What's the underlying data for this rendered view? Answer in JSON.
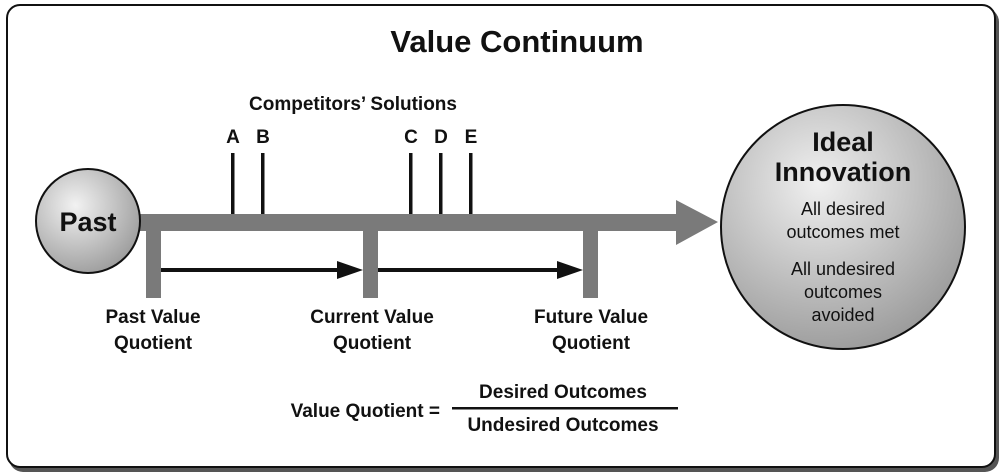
{
  "title": "Value Continuum",
  "competitors": {
    "label": "Competitors’ Solutions",
    "markers": [
      "A",
      "B",
      "C",
      "D",
      "E"
    ]
  },
  "past": {
    "label": "Past"
  },
  "ideal": {
    "title_line1": "Ideal",
    "title_line2": "Innovation",
    "desc1_line1": "All desired",
    "desc1_line2": "outcomes met",
    "desc2_line1": "All undesired",
    "desc2_line2": "outcomes",
    "desc2_line3": "avoided"
  },
  "quotients": [
    {
      "line1": "Past Value",
      "line2": "Quotient"
    },
    {
      "line1": "Current Value",
      "line2": "Quotient"
    },
    {
      "line1": "Future Value",
      "line2": "Quotient"
    }
  ],
  "formula": {
    "lhs": "Value Quotient =",
    "numerator": "Desired Outcomes",
    "denominator": "Undesired Outcomes"
  },
  "colors": {
    "bar": "#7a7a7a",
    "circle_light": "#efefef",
    "circle_dark": "#9a9a9a",
    "ink": "#111111"
  }
}
